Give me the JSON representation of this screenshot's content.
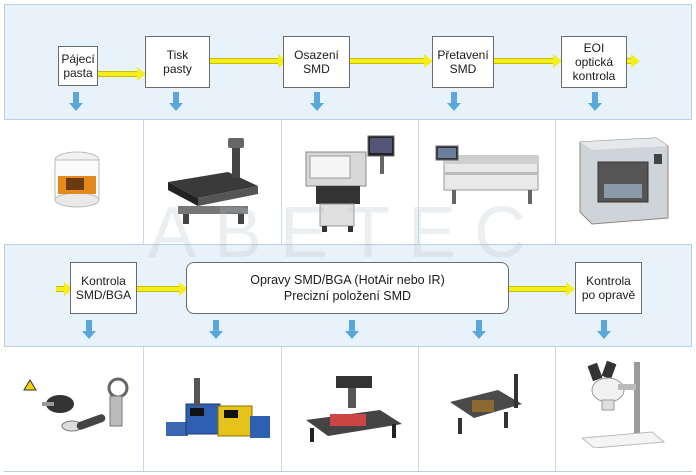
{
  "top_steps": [
    "Pájecí\npasta",
    "Tisk\npasty",
    "Osazení\nSMD",
    "Přetavení\nSMD",
    "EOI\noptická\nkontrola"
  ],
  "bottom_steps": {
    "left": "Kontrola\nSMD/BGA",
    "center_line1": "Opravy SMD/BGA (HotAir nebo IR)",
    "center_line2": "Precizní položení SMD",
    "right": "Kontrola\npo opravě"
  },
  "top_images": [
    "solder-paste-jar",
    "stencil-printer",
    "pick-and-place-machine",
    "reflow-oven",
    "aoi-inspection-machine"
  ],
  "bottom_images": [
    "inspection-tools",
    "soldering-stations",
    "bga-rework-station",
    "precision-placement-tool",
    "stereo-microscope"
  ],
  "colors": {
    "flow_arrow": "#f4ee1c",
    "down_arrow": "#5aa7dc",
    "panel": "#e8f2fb"
  }
}
